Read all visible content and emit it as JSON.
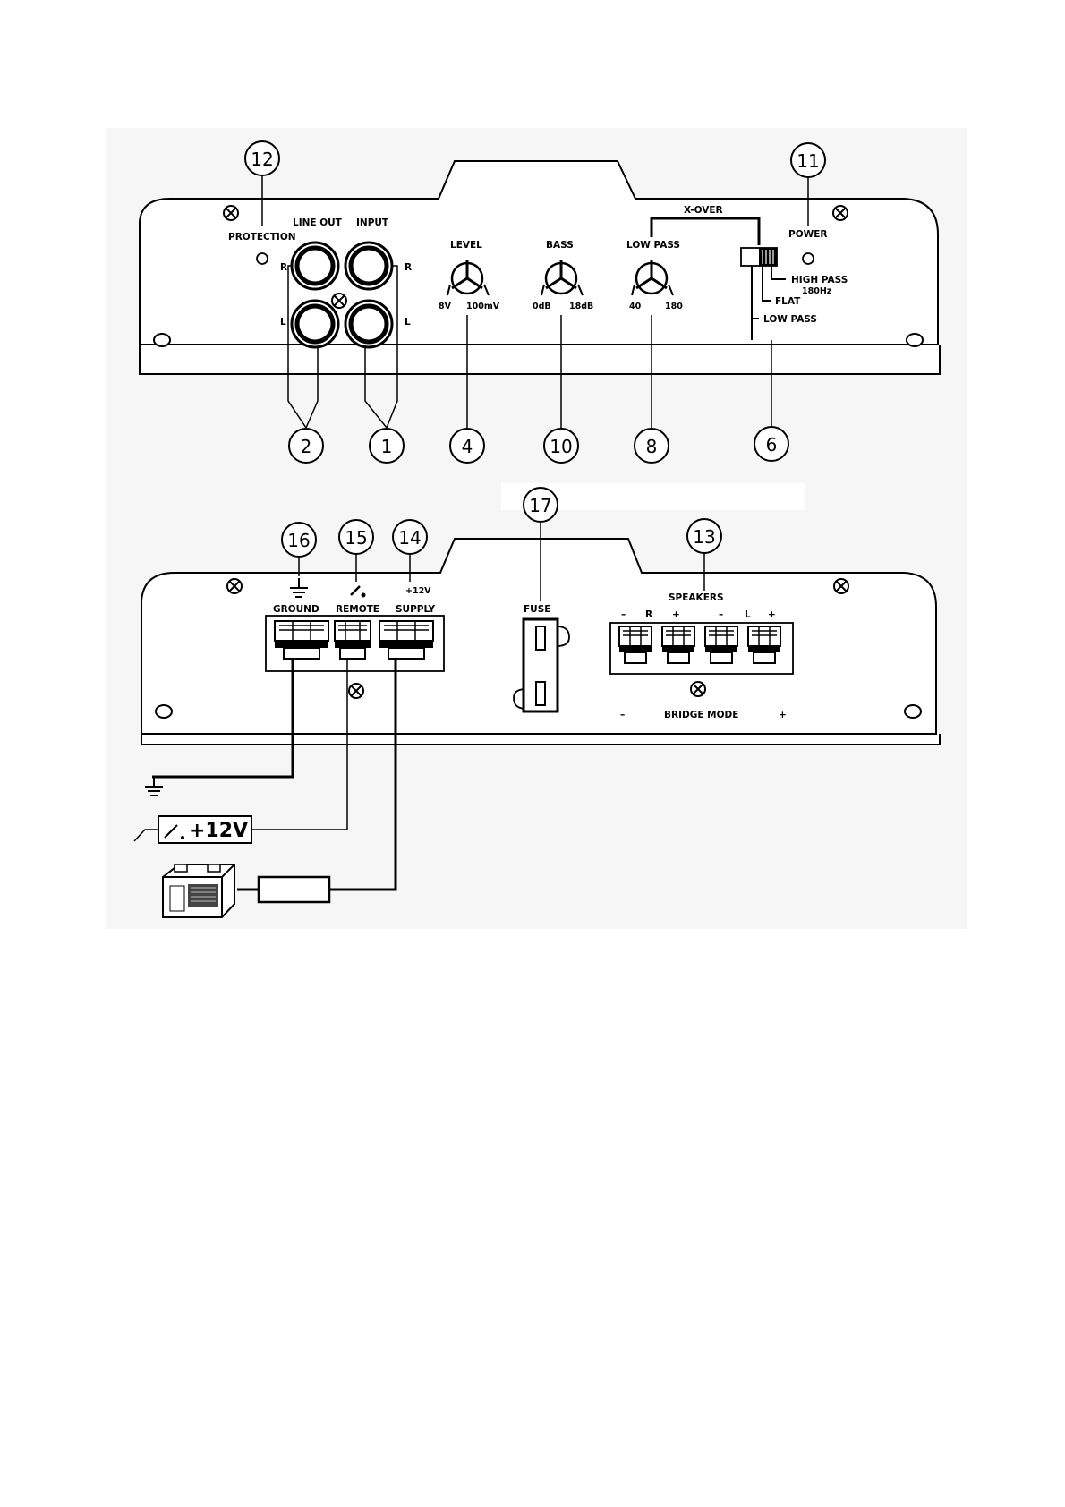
{
  "front_panel": {
    "labels": {
      "protection": "PROTECTION",
      "line_out": "LINE OUT",
      "input": "INPUT",
      "level": "LEVEL",
      "bass": "BASS",
      "low_pass": "LOW PASS",
      "x_over": "X-OVER",
      "power": "POWER",
      "high_pass": "HIGH PASS",
      "high_pass_freq": "180Hz",
      "flat": "FLAT",
      "low_pass_switch": "LOW PASS",
      "r_left": "R",
      "l_left": "L",
      "r_right": "R",
      "l_right": "L",
      "level_min": "8V",
      "level_max": "100mV",
      "bass_min": "0dB",
      "bass_max": "18dB",
      "lp_min": "40",
      "lp_max": "180"
    },
    "callouts": {
      "c12": "12",
      "c11": "11",
      "c2": "2",
      "c1": "1",
      "c4": "4",
      "c10": "10",
      "c8": "8",
      "c6": "6"
    }
  },
  "rear_panel": {
    "labels": {
      "ground": "GROUND",
      "remote": "REMOTE",
      "plus12v": "+12V",
      "supply": "SUPPLY",
      "fuse": "FUSE",
      "speakers": "SPEAKERS",
      "spk_minus_r": "–",
      "spk_r": "R",
      "spk_plus_r": "+",
      "spk_minus_l": "–",
      "spk_l": "L",
      "spk_plus_l": "+",
      "bridge_minus": "–",
      "bridge_mode": "BRIDGE MODE",
      "bridge_plus": "+"
    },
    "callouts": {
      "c16": "16",
      "c15": "15",
      "c14": "14",
      "c17": "17",
      "c13": "13"
    },
    "wiring": {
      "remote_switch_label": "+12V"
    }
  }
}
